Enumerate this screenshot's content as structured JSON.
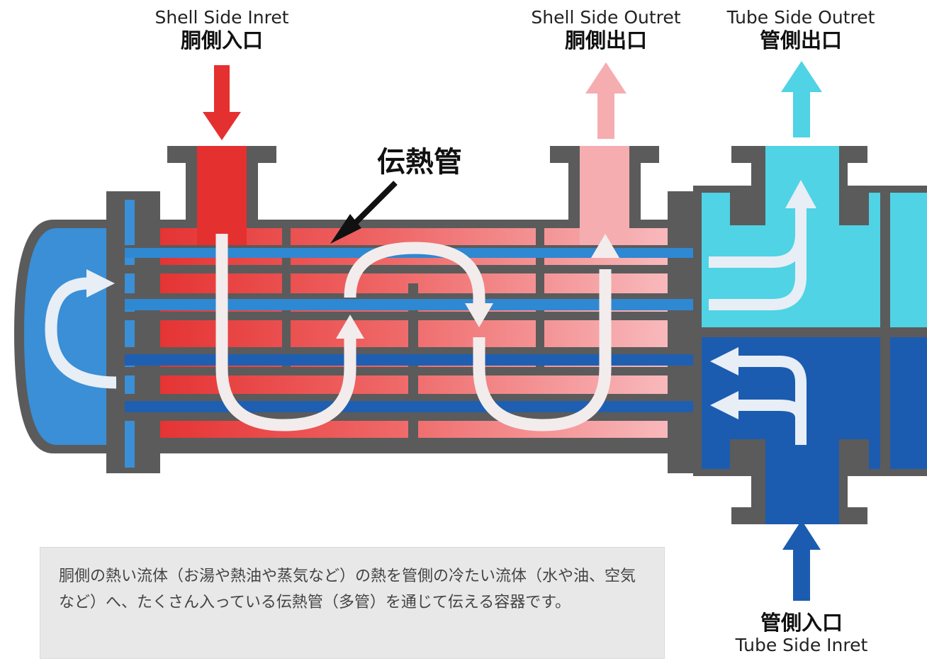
{
  "labels": {
    "shell_inlet_en": "Shell Side Inret",
    "shell_inlet_jp": "胴側入口",
    "shell_outlet_en": "Shell Side Outret",
    "shell_outlet_jp": "胴側出口",
    "tube_outlet_en": "Tube Side Outret",
    "tube_outlet_jp": "管側出口",
    "tube_inlet_jp": "管側入口",
    "tube_inlet_en": "Tube Side Inret",
    "heat_tube": "伝熱管"
  },
  "caption": "胴側の熱い流体（お湯や熱油や蒸気など）の熱を管側の冷たい流体（水や油、空気など）へ、たくさん入っている伝熱管（多管）を通じて伝える容器です。",
  "colors": {
    "steel": "#5b5b5b",
    "hot": "#e53030",
    "hot_mid": "#ee5c5c",
    "warm": "#f5a5a8",
    "cold": "#1c5cb0",
    "cool": "#3f8fd6",
    "light_blue": "#4fd3e5",
    "flow_arrow": "#f3ecec"
  }
}
